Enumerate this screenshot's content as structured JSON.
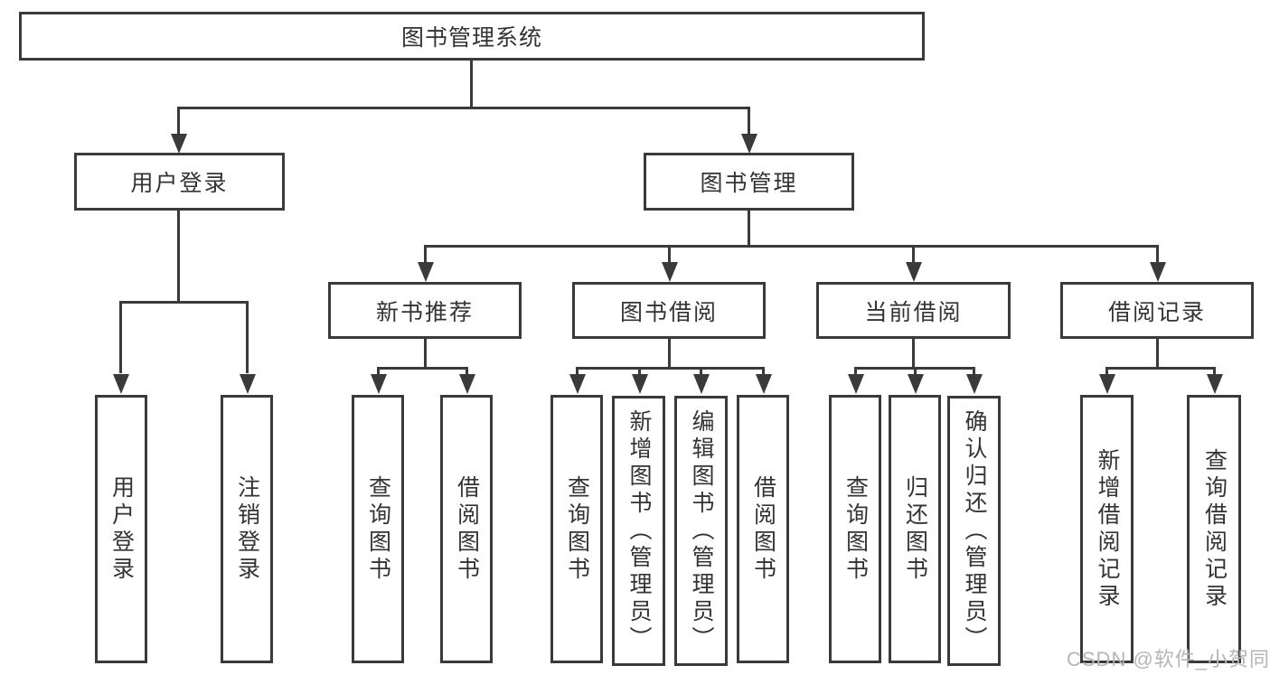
{
  "diagram_type": "hierarchy-functional-structure",
  "tree": {
    "root": {
      "label": "图书管理系统"
    },
    "branches": [
      {
        "label": "用户登录",
        "children": [
          {
            "label": "用户登录"
          },
          {
            "label": "注销登录"
          }
        ]
      },
      {
        "label": "图书管理",
        "children": [
          {
            "label": "新书推荐",
            "children": [
              {
                "label": "查询图书"
              },
              {
                "label": "借阅图书"
              }
            ]
          },
          {
            "label": "图书借阅",
            "children": [
              {
                "label": "查询图书"
              },
              {
                "label": "新增图书（管理员）"
              },
              {
                "label": "编辑图书（管理员）"
              },
              {
                "label": "借阅图书"
              }
            ]
          },
          {
            "label": "当前借阅",
            "children": [
              {
                "label": "查询图书"
              },
              {
                "label": "归还图书"
              },
              {
                "label": "确认归还（管理员）"
              }
            ]
          },
          {
            "label": "借阅记录",
            "children": [
              {
                "label": "新增借阅记录"
              },
              {
                "label": "查询借阅记录"
              }
            ]
          }
        ]
      }
    ]
  },
  "watermark": {
    "text": "CSDN @软件_小贺同学"
  },
  "colors": {
    "line": "#3a3a3a",
    "text": "#333333",
    "watermark": "#b5b5b5",
    "background": "#ffffff"
  }
}
